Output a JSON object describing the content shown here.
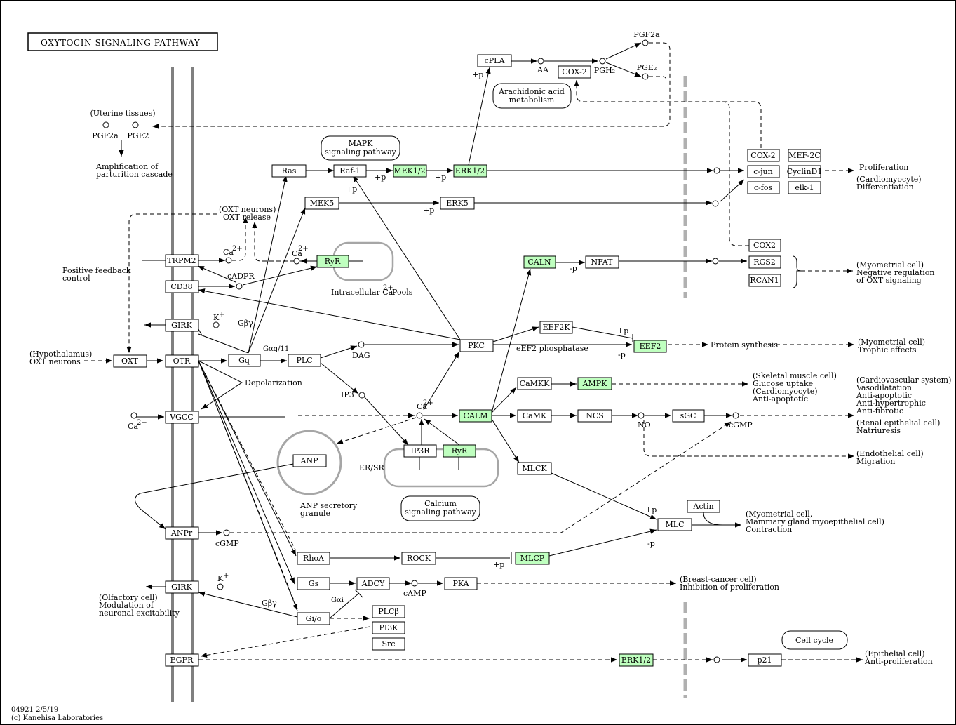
{
  "title": "OXYTOCIN SIGNALING PATHWAY",
  "footer": {
    "id_date": "04921 2/5/19",
    "copyright": "(c) Kanehisa Laboratories"
  },
  "colors": {
    "highlight": "#bfffbf",
    "membrane": "#808080",
    "dashed_boundary": "#b0b0b0"
  },
  "genes": {
    "ras": "Ras",
    "raf1": "Raf-1",
    "mek12": "MEK1/2",
    "erk12_top": "ERK1/2",
    "cpla": "cPLA",
    "cox2_box": "COX-2",
    "mek5": "MEK5",
    "erk5": "ERK5",
    "trpm2": "TRPM2",
    "cd38": "CD38",
    "ryr_top": "RyR",
    "girk_top": "GIRK",
    "oxt": "OXT",
    "otr": "OTR",
    "gq": "Gq",
    "plc": "PLC",
    "pkc": "PKC",
    "caln": "CALN",
    "nfat": "NFAT",
    "eef2k": "EEF2K",
    "eef2": "EEF2",
    "camkk": "CaMKK",
    "ampk": "AMPK",
    "calm": "CALM",
    "camk": "CaMK",
    "nos": "NCS",
    "sgc": "sGC",
    "vgcc": "VGCC",
    "anp": "ANP",
    "ip3r": "IP3R",
    "ryr_er": "RyR",
    "mlck": "MLCK",
    "actin": "Actin",
    "mlc": "MLC",
    "anpr": "ANPr",
    "rhoa": "RhoA",
    "rock": "ROCK",
    "mlcp": "MLCP",
    "gs": "Gs",
    "adcy": "ADCY",
    "pka": "PKA",
    "girk_bottom": "GIRK",
    "gio": "Gi/o",
    "plcb": "PLCβ",
    "pi3k": "PI3K",
    "src": "Src",
    "egfr": "EGFR",
    "erk12_bottom": "ERK1/2",
    "p21": "p21",
    "cox2_nuc": "COX-2",
    "cjun": "c-jun",
    "cfos": "c-fos",
    "mef2c": "MEF-2C",
    "cyclind1": "CyclinD1",
    "elk1": "elk-1",
    "cox2_b": "COX2",
    "rgs2": "RGS2",
    "rcan1": "RCAN1"
  },
  "maps": {
    "arachidonic": [
      "Arachidonic acid",
      "metabolism"
    ],
    "mapk": [
      "MAPK",
      "signaling pathway"
    ],
    "calcium": [
      "Calcium",
      "signaling pathway"
    ],
    "cell_cycle": "Cell cycle"
  },
  "compounds": {
    "aa": "AA",
    "pgh2": "PGH₂",
    "pgf2a_top": "PGF2a",
    "pge2_top": "PGE₂",
    "uterine": "(Uterine tissues)",
    "pgf2a_left": "PGF2a",
    "pge2_left": "PGE2",
    "ca_trpm2": "Ca",
    "ca_ryr": "Ca",
    "cadpr": "cADPR",
    "k_top": "K",
    "dag": "DAG",
    "ip3": "IP3",
    "ca_calm": "Ca",
    "ca_vgcc": "Ca",
    "no": "NO",
    "cgmp_right": "cGMP",
    "cgmp_anpr": "cGMP",
    "k_bottom": "K",
    "camp": "cAMP",
    "sup2plus": "2+",
    "supplus": "+"
  },
  "labels": {
    "amplification": [
      "Amplification of",
      "parturition cascade"
    ],
    "oxt_neurons_release": [
      "(OXT neurons)",
      "OXT release"
    ],
    "positive_feedback": [
      "Positive feedback",
      "control"
    ],
    "intracellular_pools": "Intracellular Ca",
    "pools": "Pools",
    "hypothalamus": [
      "(Hypothalamus)",
      "OXT neurons"
    ],
    "gby_top": "Gβγ",
    "gaq11": "Gαq/11",
    "depolarization": "Depolarization",
    "eef2_phosphatase": "eEF2 phosphatase",
    "protein_synthesis": "Protein synthesis",
    "er_sr": "ER/SR",
    "anp_granule": [
      "ANP secretory",
      "granule"
    ],
    "gby_bottom": "Gβγ",
    "gai": "Gαi",
    "olfactory": [
      "(Olfactory cell)",
      "Modulation of",
      "neuronal excitability"
    ],
    "plus_p": "+p",
    "minus_p": "-p"
  },
  "outputs": {
    "proliferation": [
      "Proliferation",
      "(Cardiomyocyte)",
      "Differentiation"
    ],
    "myometrial_neg": [
      "(Myometrial cell)",
      "Negative regulation",
      "of OXT signaling"
    ],
    "trophic": [
      "(Myometrial cell)",
      "Trophic effects"
    ],
    "skeletal": [
      "(Skeletal muscle cell)",
      "Glucose uptake",
      "(Cardiomyocyte)",
      "Anti-apoptotic"
    ],
    "cardiovascular": [
      "(Cardiovascular system)",
      "Vasodilatation",
      "Anti-apoptotic",
      "Anti-hypertrophic",
      "Anti-fibrotic"
    ],
    "renal": [
      "(Renal epithelial cell)",
      "Natriuresis"
    ],
    "endothelial": [
      "(Endothelial cell)",
      "Migration"
    ],
    "myometrial_contraction": [
      "(Myometrial cell,",
      "Mammary gland myoepithelial cell)",
      "Contraction"
    ],
    "breast_cancer": [
      "(Breast-cancer cell)",
      "Inhibition of proliferation"
    ],
    "epithelial": [
      "(Epithelial cell)",
      "Anti-proliferation"
    ]
  }
}
